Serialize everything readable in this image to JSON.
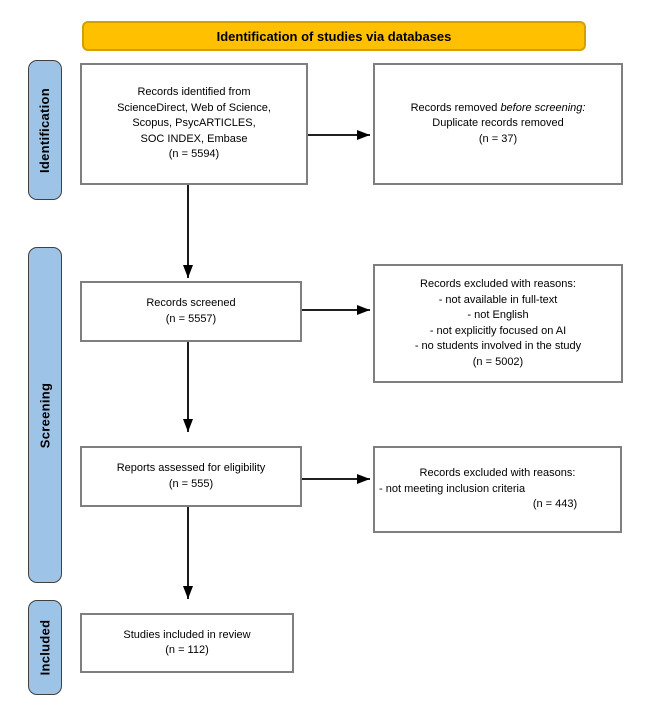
{
  "banner": {
    "label": "Identification of studies via databases"
  },
  "stages": {
    "identification": {
      "label": "Identification"
    },
    "screening": {
      "label": "Screening"
    },
    "included": {
      "label": "Included"
    }
  },
  "boxes": {
    "records_identified": {
      "lines": [
        "Records identified from",
        "ScienceDirect, Web of Science,",
        "Scopus, PsycARTICLES,",
        "SOC INDEX, Embase",
        "(n = 5594)"
      ]
    },
    "records_removed": {
      "lines": [
        {
          "pre": "Records removed ",
          "italic": "before screening:",
          "post": ""
        },
        "Duplicate records removed",
        "(n = 37)"
      ]
    },
    "records_screened": {
      "lines": [
        "Records screened",
        "(n = 5557)"
      ]
    },
    "records_excluded_screening": {
      "lines": [
        "Records excluded with reasons:",
        "- not available in full-text",
        "- not English",
        "- not explicitly focused on AI",
        "- no students involved in the study",
        "(n = 5002)"
      ]
    },
    "reports_assessed": {
      "lines": [
        "Reports assessed for eligibility",
        "(n = 555)"
      ]
    },
    "records_excluded_eligibility": {
      "lines": [
        "Records excluded with reasons:",
        "- not meeting inclusion criteria",
        "(n = 443)"
      ],
      "aligns": [
        "",
        "left",
        "offset-right"
      ]
    },
    "studies_included": {
      "lines": [
        "Studies included in review",
        "(n = 112)"
      ]
    }
  },
  "colors": {
    "banner_fill": "#FFC000",
    "banner_border": "#D4A000",
    "stage_fill": "#9DC3E6",
    "stage_border": "#404040",
    "box_border": "#7F7F7F",
    "arrow": "#000000"
  }
}
